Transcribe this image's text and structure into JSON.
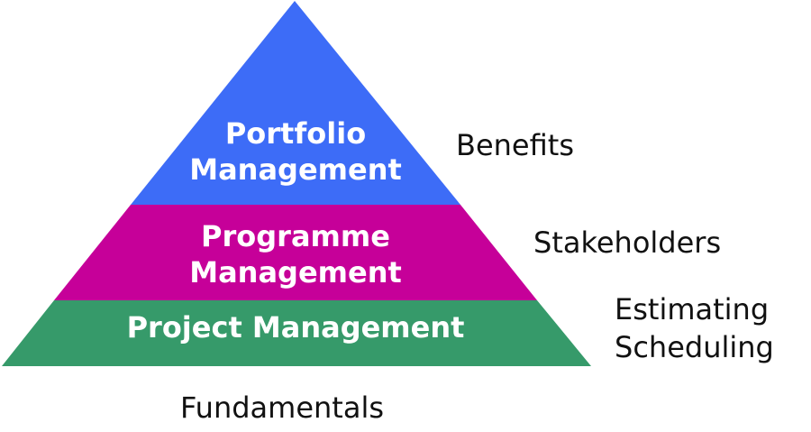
{
  "pyramid": {
    "levels": [
      {
        "id": "portfolio",
        "line1": "Portfolio",
        "line2": "Management",
        "color": "#3d6cf7"
      },
      {
        "id": "programme",
        "line1": "Programme",
        "line2": "Management",
        "color": "#c60099"
      },
      {
        "id": "project",
        "line1": "Project Management",
        "color": "#369a6a"
      }
    ]
  },
  "side_labels": {
    "portfolio": "Benefits",
    "programme": "Stakeholders",
    "project_line1": "Estimating",
    "project_line2": "Scheduling",
    "base": "Fundamentals"
  }
}
